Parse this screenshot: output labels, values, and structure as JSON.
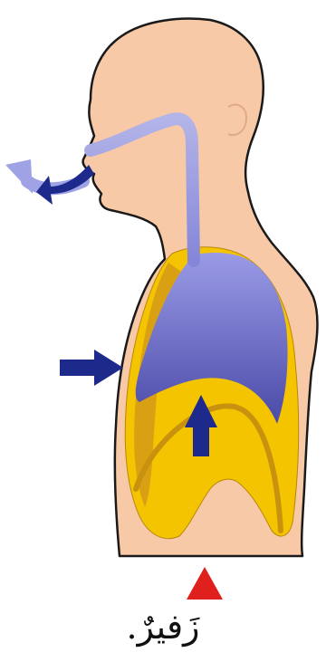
{
  "caption": "زَفيرٌ.",
  "colors": {
    "skin": "#f7c9a7",
    "outline": "#1a1a1a",
    "lung_top": "#9a9be6",
    "lung_bottom": "#4a4aa8",
    "airway": "#a6a7e0",
    "membrane": "#f5c400",
    "membrane_dark": "#d49a18",
    "arrow_blue": "#1d2a8c",
    "arrow_light": "#9fa2e4",
    "marker_red": "#e0201c"
  },
  "icons": {
    "exhale_arrow": "curved-arrow",
    "chest_arrow": "right-arrow",
    "diaphragm_arrow": "up-arrow",
    "marker": "triangle-up"
  }
}
